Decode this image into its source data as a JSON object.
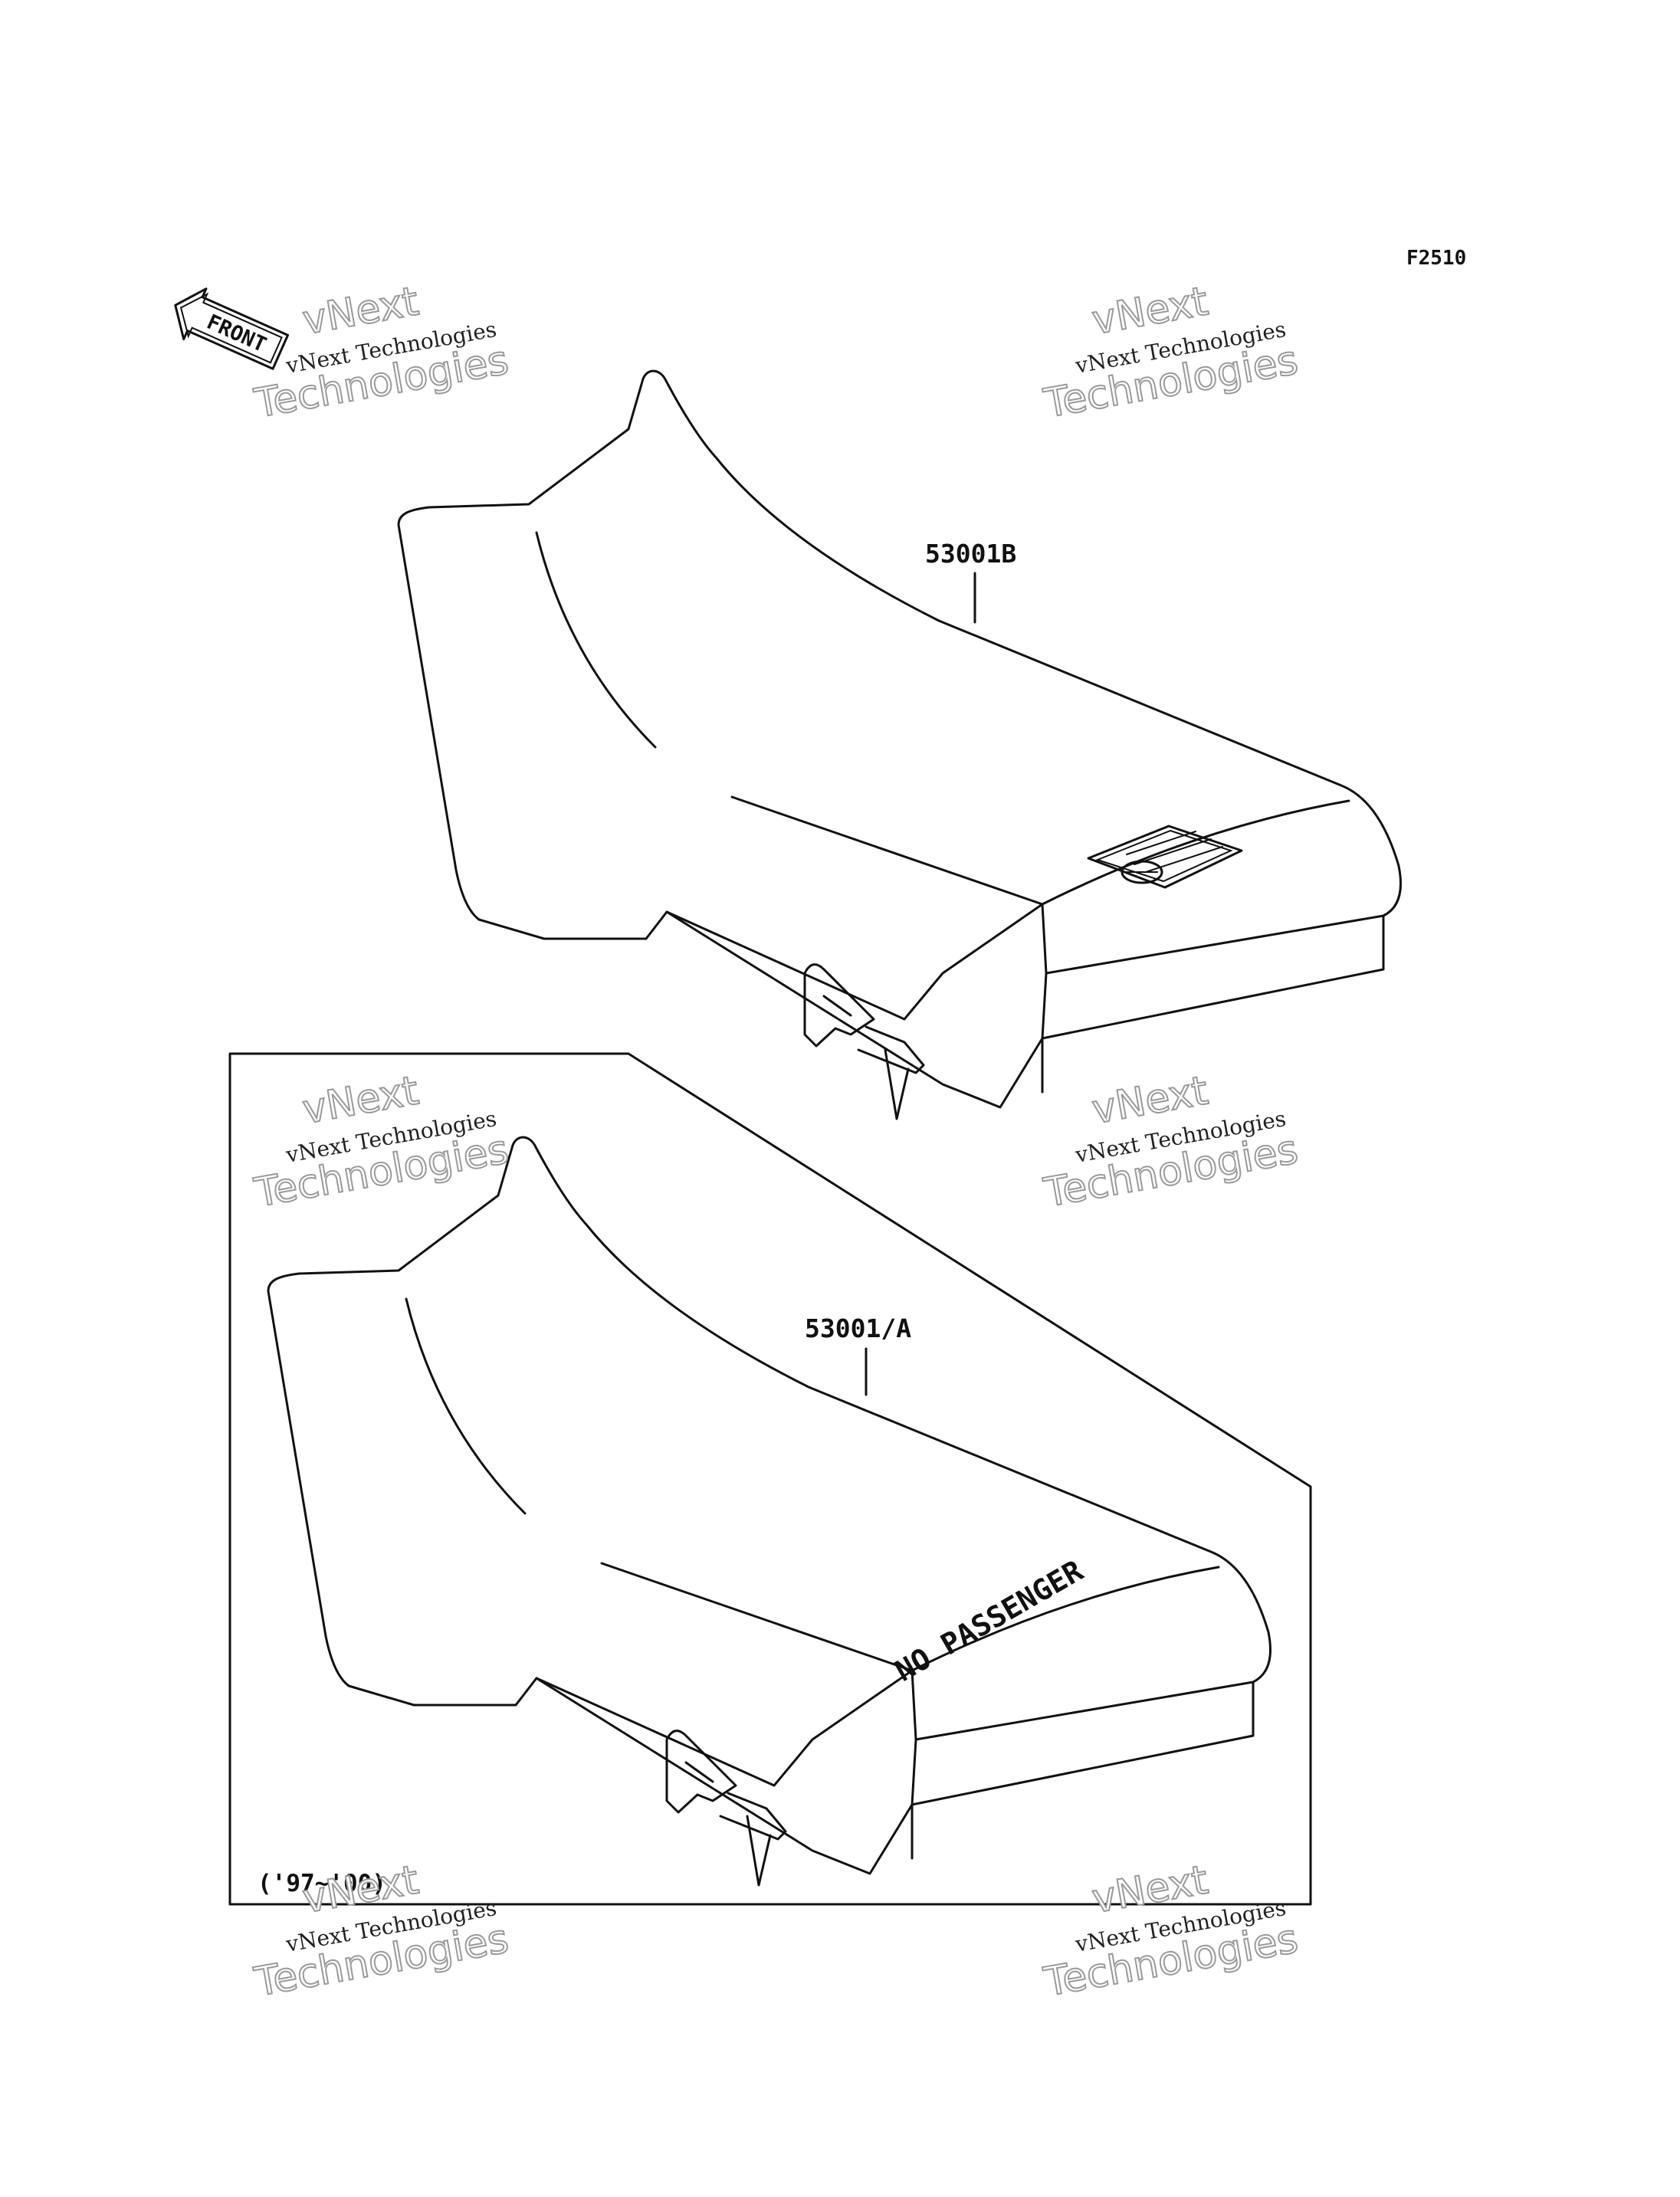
{
  "figure": {
    "code": "F2510",
    "front_label": "FRONT"
  },
  "parts": [
    {
      "label": "53001B"
    },
    {
      "label": "53001/A"
    }
  ],
  "seat_text": "NO PASSENGER",
  "variant_box": {
    "years": "('97~'00)"
  },
  "watermark": {
    "brand": "vNext",
    "word": "Technologies",
    "full": "vNext Technologies"
  }
}
